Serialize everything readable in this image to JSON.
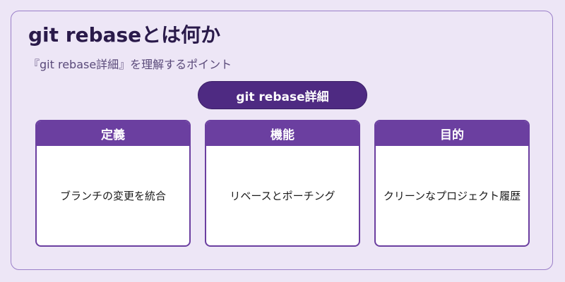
{
  "header": {
    "title": "git rebaseとは何か",
    "subtitle": "『git rebase詳細』を理解するポイント"
  },
  "center": {
    "label": "git rebase詳細"
  },
  "cards": [
    {
      "title": "定義",
      "text": "ブランチの変更を統合"
    },
    {
      "title": "機能",
      "text": "リベースとポーチング"
    },
    {
      "title": "目的",
      "text": "クリーンなプロジェクト履歴"
    }
  ],
  "colors": {
    "background": "#ede6f6",
    "accent": "#6b3fa0",
    "pill": "#4e2a82"
  }
}
